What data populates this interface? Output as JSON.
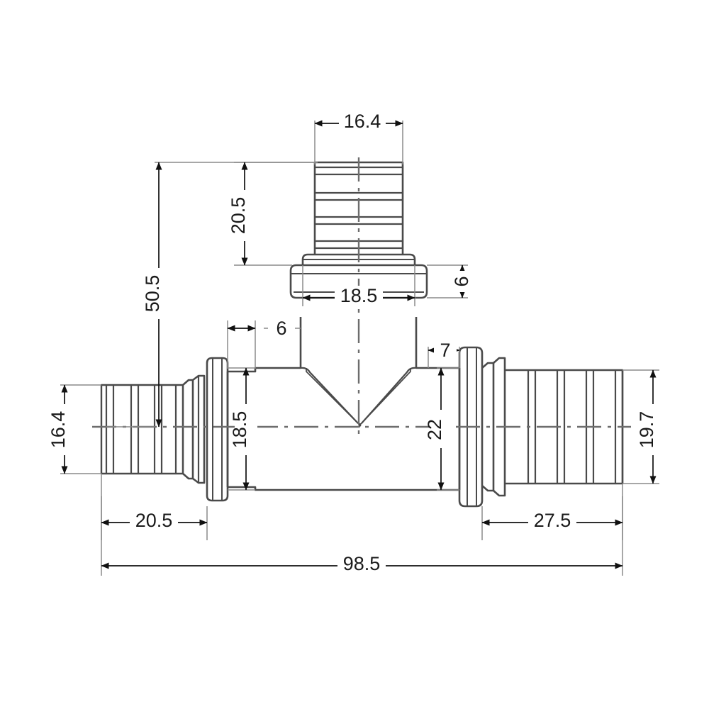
{
  "drawing": {
    "title": "Reducing Tee Barbed Pipe Fitting - Cross Section",
    "background_color": "#ffffff",
    "line_color": "#3a3a3a",
    "dimension_color": "#1a1a1a",
    "units": "mm",
    "projection": "front-section"
  },
  "dimensions": {
    "top_barb_diameter": "16.4",
    "top_barb_height": "20.5",
    "overall_height": "50.5",
    "branch_neck_width": "18.5",
    "flange_thickness": "6",
    "left_shoulder": "6",
    "right_shoulder": "7",
    "left_body_diameter": "18.5",
    "right_body_diameter": "22",
    "left_barb_diameter": "16.4",
    "right_barb_diameter": "19.7",
    "left_barb_length": "20.5",
    "right_barb_length": "27.5",
    "overall_length": "98.5"
  },
  "labels": {
    "top_width": "16.4",
    "top_height": "20.5",
    "total_height": "50.5",
    "neck_width": "18.5",
    "neck_height": "6",
    "left_offset": "6",
    "right_offset": "7",
    "left_dia": "18.5",
    "right_dia": "22",
    "left_end_dia": "16.4",
    "right_end_dia": "19.7",
    "left_len": "20.5",
    "right_len": "27.5",
    "total_len": "98.5"
  }
}
